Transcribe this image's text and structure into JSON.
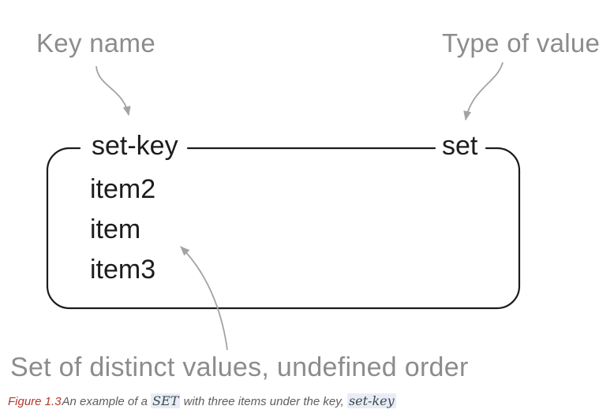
{
  "diagram": {
    "key_name_label": "Key name",
    "type_of_value_label": "Type of value",
    "key_label": "set-key",
    "type_label": "set",
    "items": [
      "item2",
      "item",
      "item3"
    ],
    "bottom_annotation": "Set of distinct values, undefined order"
  },
  "figure_caption": {
    "figure_number": "Figure 1.3",
    "text_part1": "An example of a ",
    "code1": "SET",
    "text_part2": " with three items under the key, ",
    "code2": "set-key"
  },
  "colors": {
    "annotation_gray": "#8c8c8c",
    "arrow_gray": "#a3a3a3",
    "box_border_black": "#1c1c1c",
    "figure_number_red": "#b23a2c",
    "caption_gray": "#5e5e5e",
    "code_highlight_bg": "#e8edf5",
    "code_text": "#3d4752"
  }
}
